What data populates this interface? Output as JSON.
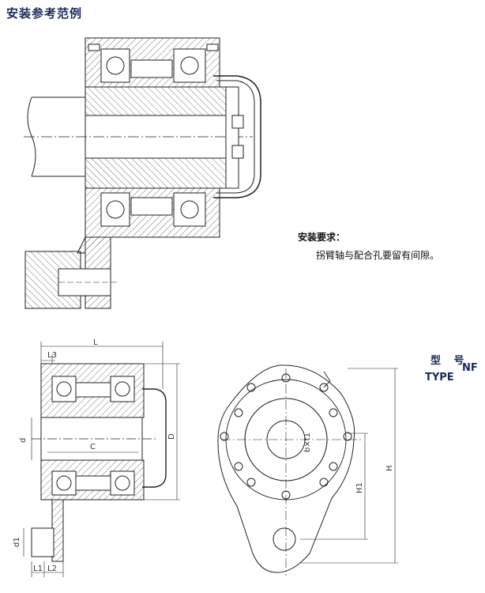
{
  "title": "安装参考范例",
  "requirements": {
    "heading": "安装要求：",
    "text": "拐臂轴与配合孔要留有间隙。"
  },
  "type_label": {
    "cn": "型 号",
    "en": "TYPE",
    "value": "NF"
  },
  "dimension_labels": {
    "L": "L",
    "L3": "L3",
    "d": "d",
    "C": "C",
    "D": "D",
    "d1": "d1",
    "L1": "L1",
    "L2": "L2",
    "H": "H",
    "H1": "H1",
    "keyway": "b×t1"
  }
}
